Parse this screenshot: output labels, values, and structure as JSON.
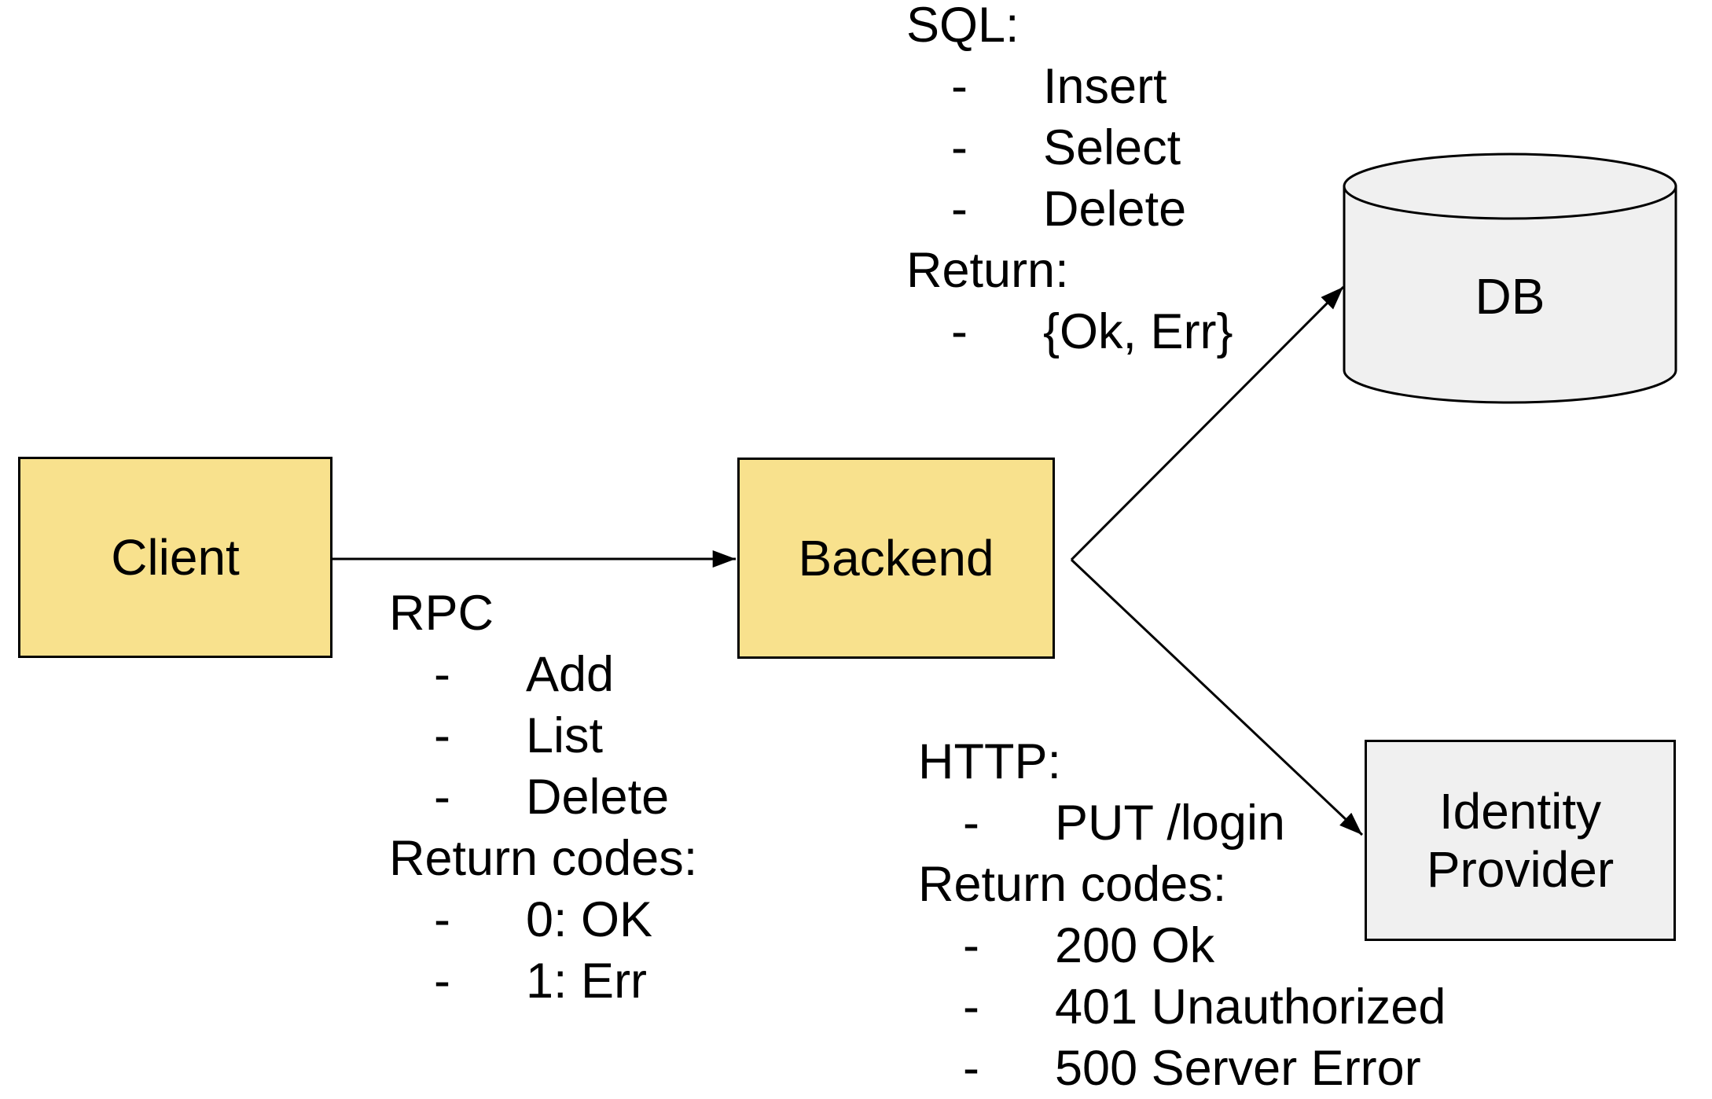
{
  "diagram": {
    "bullet_char": "-",
    "colors": {
      "service_fill": "#f8e18d",
      "external_fill": "#f0f0f0",
      "stroke": "#000000",
      "text": "#000000",
      "background": "#ffffff"
    },
    "nodes": {
      "client": {
        "label": "Client"
      },
      "backend": {
        "label": "Backend"
      },
      "db": {
        "label": "DB"
      },
      "identity_provider": {
        "label": "Identity Provider"
      }
    },
    "annotations": {
      "rpc": {
        "lines": [
          {
            "text": "RPC",
            "bullet": false
          },
          {
            "text": "Add",
            "bullet": true
          },
          {
            "text": "List",
            "bullet": true
          },
          {
            "text": "Delete",
            "bullet": true
          },
          {
            "text": "Return codes:",
            "bullet": false
          },
          {
            "text": "0: OK",
            "bullet": true
          },
          {
            "text": "1: Err",
            "bullet": true
          }
        ]
      },
      "sql": {
        "lines": [
          {
            "text": "SQL:",
            "bullet": false
          },
          {
            "text": "Insert",
            "bullet": true
          },
          {
            "text": "Select",
            "bullet": true
          },
          {
            "text": "Delete",
            "bullet": true
          },
          {
            "text": "Return:",
            "bullet": false
          },
          {
            "text": "{Ok, Err}",
            "bullet": true
          }
        ]
      },
      "http": {
        "lines": [
          {
            "text": "HTTP:",
            "bullet": false
          },
          {
            "text": "PUT /login",
            "bullet": true
          },
          {
            "text": "Return codes:",
            "bullet": false
          },
          {
            "text": "200 Ok",
            "bullet": true
          },
          {
            "text": "401 Unauthorized",
            "bullet": true
          },
          {
            "text": "500 Server Error",
            "bullet": true
          }
        ]
      }
    }
  }
}
